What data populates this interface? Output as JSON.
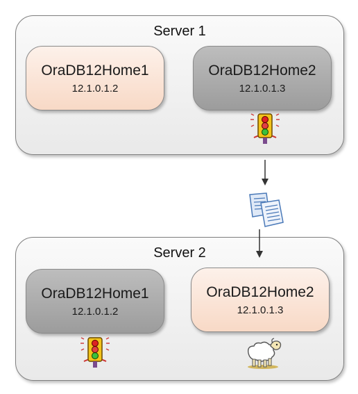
{
  "servers": [
    {
      "title": "Server 1",
      "homes": [
        {
          "name": "OraDB12Home1",
          "version": "12.1.0.1.2",
          "state": "light"
        },
        {
          "name": "OraDB12Home2",
          "version": "12.1.0.1.3",
          "state": "dark"
        }
      ]
    },
    {
      "title": "Server 2",
      "homes": [
        {
          "name": "OraDB12Home1",
          "version": "12.1.0.1.2",
          "state": "dark"
        },
        {
          "name": "OraDB12Home2",
          "version": "12.1.0.1.3",
          "state": "light"
        }
      ]
    }
  ],
  "icons": [
    "traffic-light-icon",
    "document-copy-icon",
    "traffic-light-icon",
    "sheep-icon"
  ],
  "colors": {
    "home_light": "#f8d9c6",
    "home_dark": "#9c9c9c",
    "server_bg": "#ececec",
    "border": "#7f7f7f"
  }
}
